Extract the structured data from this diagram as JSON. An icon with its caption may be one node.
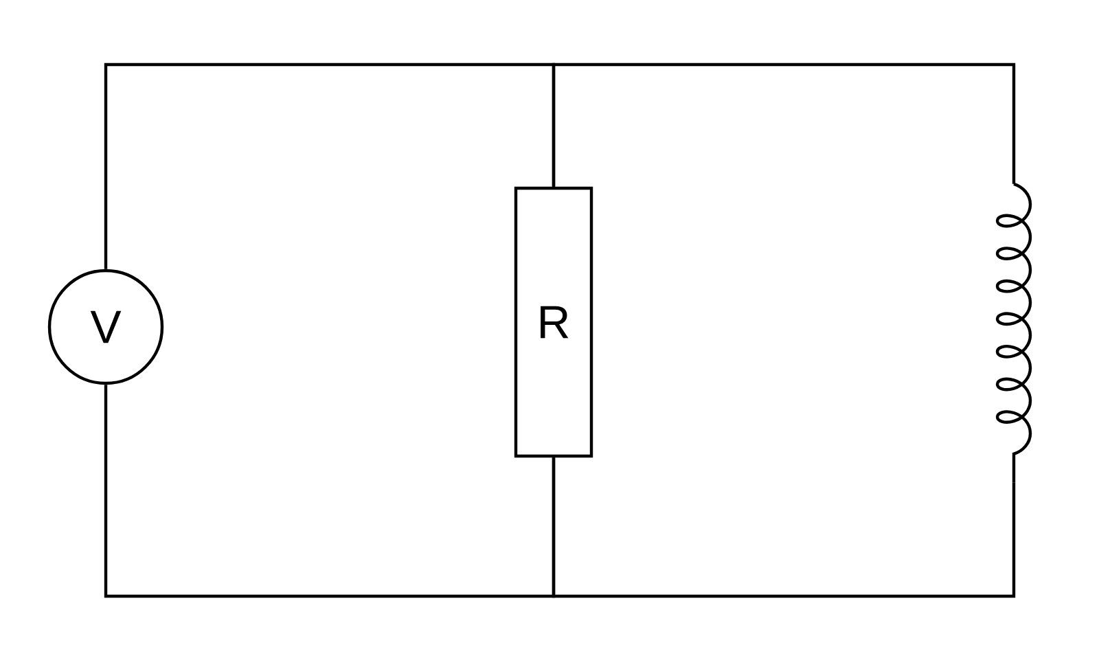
{
  "diagram": {
    "nodes": [
      {
        "text": [
          "V"
        ]
      },
      {
        "text": [
          "R"
        ]
      },
      {
        "text": [],
        "shape": "coil"
      }
    ],
    "edges": [
      {
        "from": 0,
        "to": 1,
        "arrow": "none"
      },
      {
        "from": 1,
        "to": 2,
        "arrow": "none"
      },
      {
        "from": 0,
        "to": 1,
        "arrow": "none"
      },
      {
        "from": 1,
        "to": 2,
        "arrow": "none"
      }
    ]
  }
}
